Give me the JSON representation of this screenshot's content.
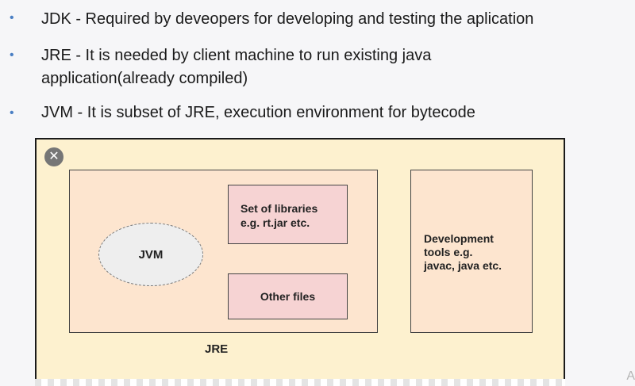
{
  "bullets": [
    {
      "text": "JDK - Required by deveopers for developing and testing the aplication"
    },
    {
      "text": "JRE - It is needed by client machine to run existing java application(already compiled)"
    },
    {
      "text": "JVM - It is subset of JRE, execution environment for bytecode"
    }
  ],
  "bullet_symbol": "•",
  "diagram": {
    "close_symbol": "✕",
    "jvm_label": "JVM",
    "libraries_label_line1": "Set of libraries",
    "libraries_label_line2": "e.g. rt.jar etc.",
    "other_files_label": "Other files",
    "jre_label": "JRE",
    "dev_tools_line1": "Development",
    "dev_tools_line2": "tools e.g.",
    "dev_tools_line3": "javac, java etc."
  },
  "corner_glyph": "A",
  "colors": {
    "bullet": "#4a7fc4",
    "diagram_background": "#fdf1cf",
    "box_fill": "#fde5cf",
    "inner_box_fill": "#f6d3d3"
  }
}
